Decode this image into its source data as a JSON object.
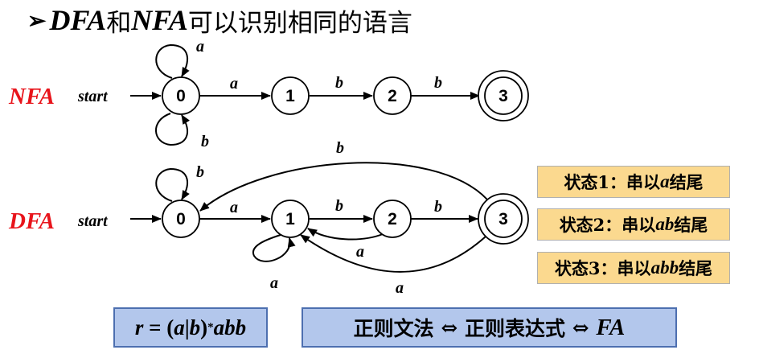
{
  "title": {
    "bullet": "➢",
    "part1": "DFA",
    "part2": "和",
    "part3": "NFA",
    "part4": "可以识别相同的语言"
  },
  "nfa": {
    "label": "NFA",
    "start_label": "start",
    "states": [
      "0",
      "1",
      "2",
      "3"
    ],
    "accepting_state": "3",
    "transitions": [
      {
        "from": "0",
        "to": "0",
        "symbol": "a"
      },
      {
        "from": "0",
        "to": "0",
        "symbol": "b"
      },
      {
        "from": "0",
        "to": "1",
        "symbol": "a"
      },
      {
        "from": "1",
        "to": "2",
        "symbol": "b"
      },
      {
        "from": "2",
        "to": "3",
        "symbol": "b"
      }
    ]
  },
  "dfa": {
    "label": "DFA",
    "start_label": "start",
    "states": [
      "0",
      "1",
      "2",
      "3"
    ],
    "accepting_state": "3",
    "transitions": [
      {
        "from": "0",
        "to": "0",
        "symbol": "b"
      },
      {
        "from": "0",
        "to": "1",
        "symbol": "a"
      },
      {
        "from": "1",
        "to": "1",
        "symbol": "a"
      },
      {
        "from": "1",
        "to": "2",
        "symbol": "b"
      },
      {
        "from": "2",
        "to": "1",
        "symbol": "a"
      },
      {
        "from": "2",
        "to": "3",
        "symbol": "b"
      },
      {
        "from": "3",
        "to": "1",
        "symbol": "a"
      },
      {
        "from": "3",
        "to": "0",
        "symbol": "b"
      }
    ]
  },
  "state_notes": [
    {
      "prefix": "状态1：串以",
      "suffix_latin": "a",
      "end": "结尾"
    },
    {
      "prefix": "状态2：串以",
      "suffix_latin": "ab",
      "end": "结尾"
    },
    {
      "prefix": "状态3：串以",
      "suffix_latin": "abb",
      "end": "结尾"
    }
  ],
  "regex": {
    "r": "r",
    "eq": " = (",
    "a": "a",
    "bar": "|",
    "b": "b",
    "close": ")",
    "star": "*",
    "abb": "abb"
  },
  "equivalence": {
    "left": "正则文法",
    "arrow1": " ⇔ ",
    "middle": "正则表达式",
    "arrow2": " ⇔ ",
    "right": "FA"
  },
  "colors": {
    "row_label": "#e8141b",
    "state_note_bg": "#fbd98f",
    "blue_box_bg": "#b3c7ec",
    "blue_box_border": "#4d6fb0"
  }
}
